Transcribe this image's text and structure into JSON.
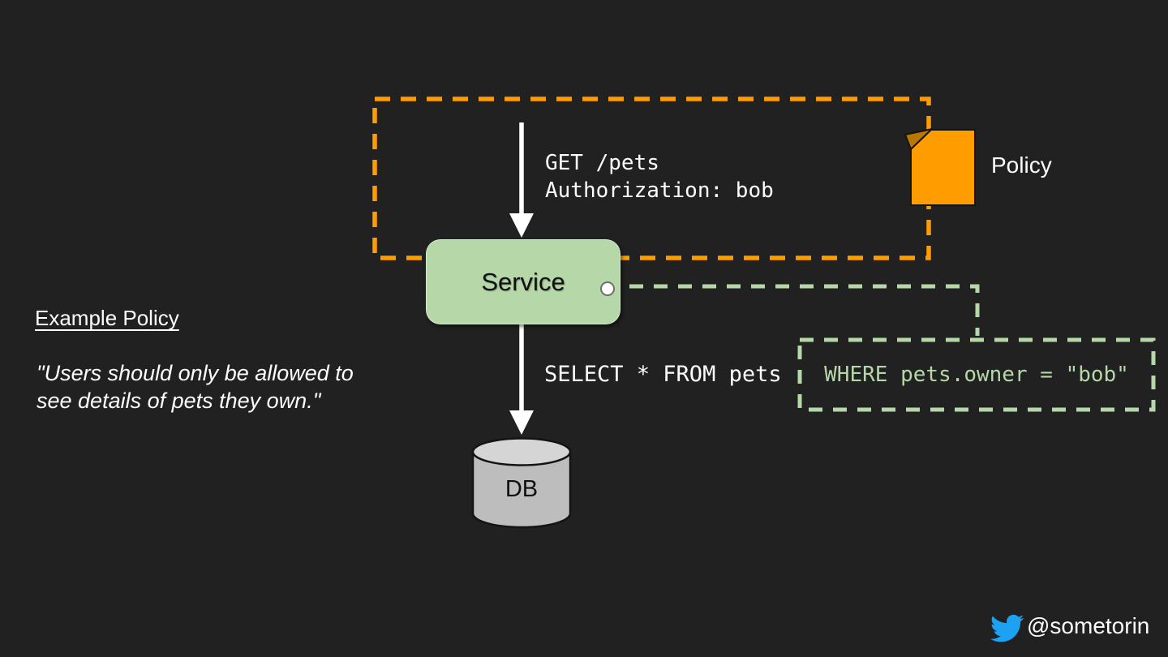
{
  "slide": {
    "background": "#212121"
  },
  "colors": {
    "orange": "#FF9D00",
    "orange_fold": "#B87700",
    "green": "#B6D7A8",
    "white": "#FFFFFF",
    "db_body_gray": "#BDBDBD",
    "db_top_gray": "#D5D5D5",
    "twitter_blue": "#1DA1F2",
    "text_dark": "#101010"
  },
  "annotation": {
    "heading": "Example Policy",
    "quote_line1": "\"Users should only be allowed to",
    "quote_line2": "see details of pets they own.\""
  },
  "request_flow": {
    "line1": "GET /pets",
    "line2": "Authorization: bob"
  },
  "policy": {
    "label": "Policy",
    "icon": "policy-document-icon"
  },
  "service": {
    "label": "Service"
  },
  "query_flow": {
    "select": "SELECT * FROM pets",
    "where": "WHERE pets.owner = \"bob\""
  },
  "database": {
    "label": "DB"
  },
  "footer": {
    "icon": "twitter-icon",
    "handle": "@sometorin"
  }
}
